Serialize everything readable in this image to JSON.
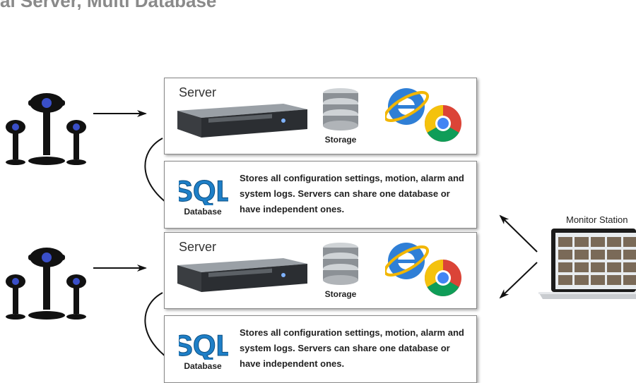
{
  "title": "al Server, Multi Database",
  "groups": [
    {
      "server": {
        "label": "Server",
        "storage_label": "Storage"
      },
      "database": {
        "logo": "SQL",
        "sub": "Database",
        "description": "Stores all configuration settings, motion, alarm and system logs. Servers can share one database or have independent ones."
      }
    },
    {
      "server": {
        "label": "Server",
        "storage_label": "Storage"
      },
      "database": {
        "logo": "SQL",
        "sub": "Database",
        "description": "Stores all configuration settings, motion, alarm and system logs. Servers can share one database or have independent ones."
      }
    }
  ],
  "monitor": {
    "label": "Monitor Station"
  },
  "icons": [
    "camera-cluster-icon",
    "server-rack-icon",
    "storage-icon",
    "ie-icon",
    "chrome-icon",
    "sql-logo",
    "laptop-icon"
  ],
  "colors": {
    "sql_blue": "#1e7fc7",
    "ie_blue": "#2f7fd6",
    "chrome_red": "#db4437",
    "chrome_yellow": "#f4c20d",
    "chrome_green": "#0f9d58"
  }
}
